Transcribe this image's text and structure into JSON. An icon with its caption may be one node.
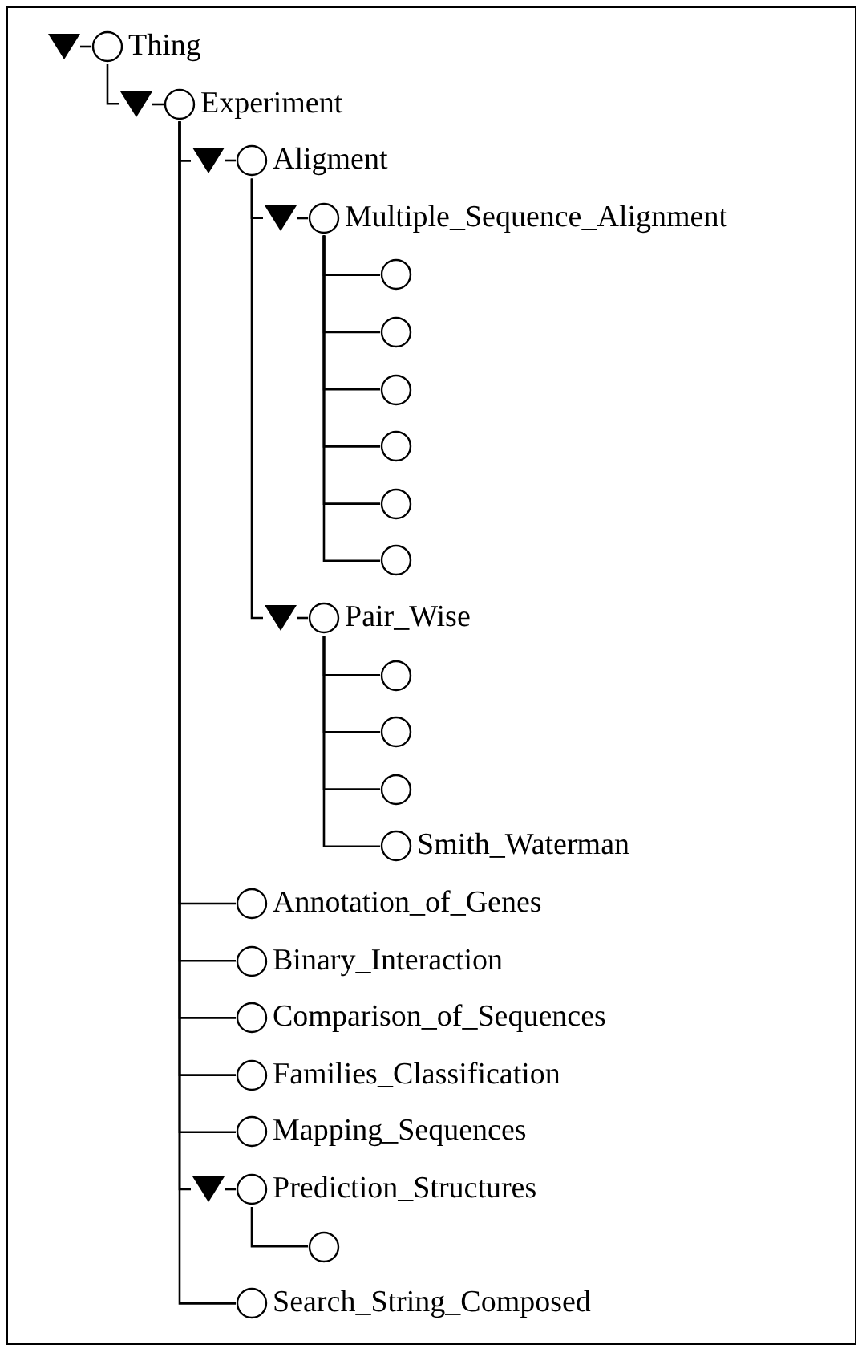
{
  "diagram": {
    "nodes": [
      {
        "text": [
          "Thing"
        ]
      },
      {
        "text": [
          "Experiment"
        ]
      },
      {
        "text": [
          "Aligment"
        ]
      },
      {
        "text": [
          "Multiple_Sequence_Alignment"
        ]
      },
      {
        "text": [],
        "shape": "circle"
      },
      {
        "text": [],
        "shape": "circle"
      },
      {
        "text": [],
        "shape": "circle"
      },
      {
        "text": [],
        "shape": "circle"
      },
      {
        "text": [],
        "shape": "circle"
      },
      {
        "text": [],
        "shape": "circle"
      },
      {
        "text": [
          "Pair_Wise"
        ]
      },
      {
        "text": [],
        "shape": "circle"
      },
      {
        "text": [],
        "shape": "circle"
      },
      {
        "text": [],
        "shape": "circle"
      },
      {
        "text": [
          "Smith_Waterman"
        ]
      },
      {
        "text": [
          "Annotation_of_Genes"
        ]
      },
      {
        "text": [
          "Binary_Interaction"
        ]
      },
      {
        "text": [
          "Comparison_of_Sequences"
        ]
      },
      {
        "text": [
          "Families_Classification"
        ]
      },
      {
        "text": [
          "Mapping_Sequences"
        ]
      },
      {
        "text": [
          "Prediction_Structures"
        ]
      },
      {
        "text": [],
        "shape": "circle"
      },
      {
        "text": [
          "Search_String_Composed"
        ]
      }
    ],
    "edges": [
      {
        "from": 0,
        "to": 1,
        "arrow": "none"
      },
      {
        "from": 1,
        "to": 2,
        "arrow": "none"
      },
      {
        "from": 2,
        "to": 3,
        "arrow": "none"
      },
      {
        "from": 3,
        "to": 4,
        "arrow": "none"
      },
      {
        "from": 3,
        "to": 5,
        "arrow": "none"
      },
      {
        "from": 3,
        "to": 6,
        "arrow": "none"
      },
      {
        "from": 3,
        "to": 7,
        "arrow": "none"
      },
      {
        "from": 3,
        "to": 8,
        "arrow": "none"
      },
      {
        "from": 3,
        "to": 9,
        "arrow": "none"
      },
      {
        "from": 2,
        "to": 10,
        "arrow": "none"
      },
      {
        "from": 10,
        "to": 11,
        "arrow": "none"
      },
      {
        "from": 10,
        "to": 12,
        "arrow": "none"
      },
      {
        "from": 10,
        "to": 13,
        "arrow": "none"
      },
      {
        "from": 10,
        "to": 14,
        "arrow": "none"
      },
      {
        "from": 1,
        "to": 15,
        "arrow": "none"
      },
      {
        "from": 1,
        "to": 16,
        "arrow": "none"
      },
      {
        "from": 1,
        "to": 17,
        "arrow": "none"
      },
      {
        "from": 1,
        "to": 18,
        "arrow": "none"
      },
      {
        "from": 1,
        "to": 19,
        "arrow": "none"
      },
      {
        "from": 1,
        "to": 20,
        "arrow": "none"
      },
      {
        "from": 20,
        "to": 21,
        "arrow": "none"
      },
      {
        "from": 1,
        "to": 22,
        "arrow": "none"
      }
    ]
  }
}
